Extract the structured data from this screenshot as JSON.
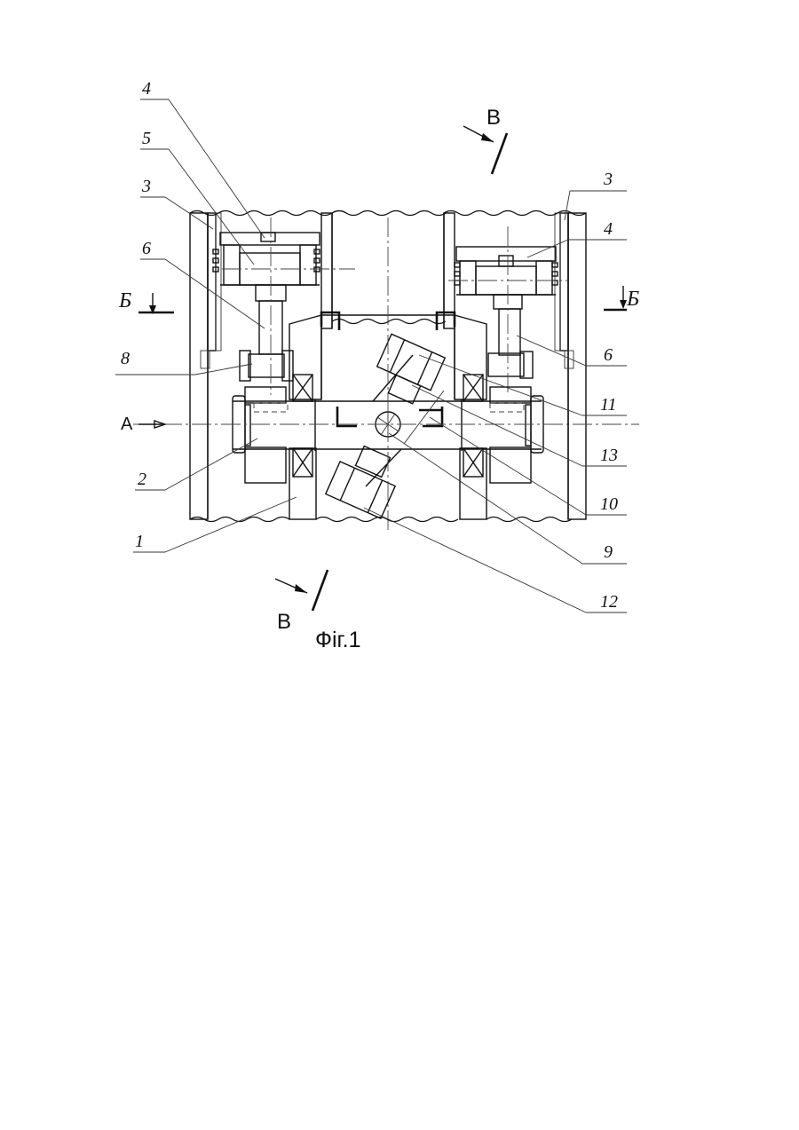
{
  "figure": {
    "caption": "Фіг.1",
    "section_marks": {
      "v_top": "В",
      "v_bottom": "В",
      "b_left": "Б",
      "b_right": "Б",
      "a_view": "А"
    },
    "part_labels": {
      "l4": "4",
      "l5": "5",
      "l3": "3",
      "l6": "6",
      "l8": "8",
      "l2": "2",
      "l1": "1",
      "r3": "3",
      "r4": "4",
      "r6": "6",
      "r11": "11",
      "r13": "13",
      "r10": "10",
      "r9": "9",
      "r12": "12"
    }
  }
}
